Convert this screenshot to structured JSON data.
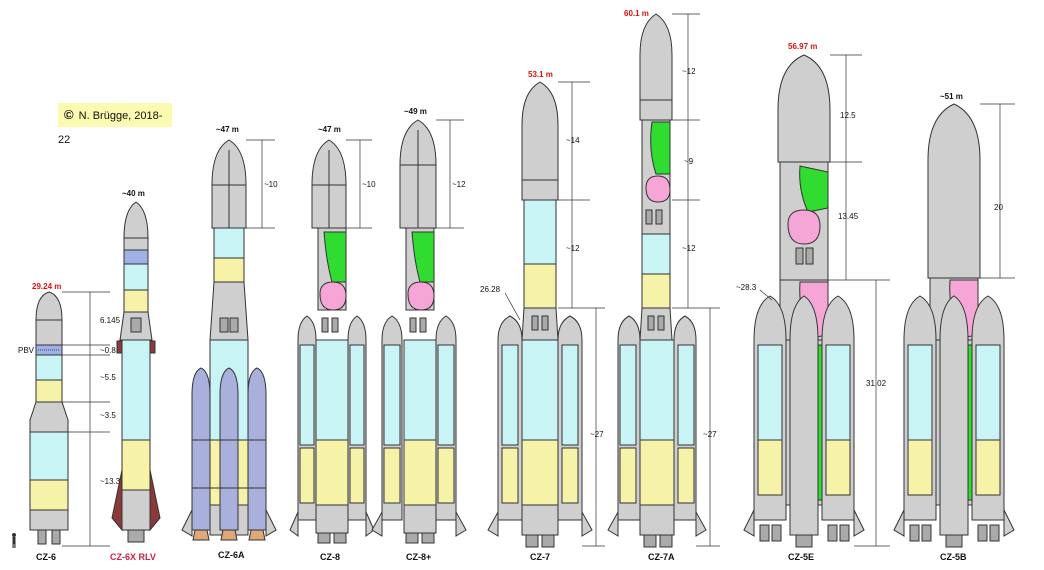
{
  "credit": {
    "symbol": "©",
    "text": "N. Brügge, 2018-22"
  },
  "rockets": [
    {
      "name": "CZ-6",
      "height": "29.24 m",
      "red_height": true,
      "name_red": false,
      "dims": [
        "6.145",
        "~0.8",
        "~5.5",
        "~3.5",
        "~13.3"
      ],
      "side_label": "PBV"
    },
    {
      "name": "CZ-6X RLV",
      "height": "~40 m",
      "red_height": false,
      "name_red": true,
      "dims": []
    },
    {
      "name": "CZ-6A",
      "height": "~47 m",
      "red_height": false,
      "name_red": false,
      "dims": [
        "~10"
      ]
    },
    {
      "name": "CZ-8",
      "height": "~47 m",
      "red_height": false,
      "name_red": false,
      "dims": [
        "~10"
      ]
    },
    {
      "name": "CZ-8+",
      "height": "~49 m",
      "red_height": false,
      "name_red": false,
      "dims": [
        "~12"
      ]
    },
    {
      "name": "CZ-7",
      "height": "53.1 m",
      "red_height": true,
      "name_red": false,
      "dims": [
        "~14",
        "~12",
        "~27"
      ],
      "side_label": "26.28"
    },
    {
      "name": "CZ-7A",
      "height": "60.1 m",
      "red_height": true,
      "name_red": false,
      "dims": [
        "~12",
        "~9",
        "~12",
        "~27"
      ]
    },
    {
      "name": "CZ-5E",
      "height": "56.97 m",
      "red_height": true,
      "name_red": false,
      "dims": [
        "12.5",
        "13.45",
        "31.02"
      ],
      "side_label": "~28.3"
    },
    {
      "name": "CZ-5B",
      "height": "~51 m",
      "red_height": false,
      "name_red": false,
      "dims": [
        "20"
      ]
    }
  ],
  "colors": {
    "body": "#cfcfcf",
    "outline": "#333333",
    "fuel_cyan": "#c8f4f6",
    "fuel_yellow": "#f6f2a8",
    "green_tank": "#2fdc2f",
    "pink_tank": "#f5a6d6",
    "booster_blue": "#a9b0dc",
    "red_text": "#dd1111",
    "credit_bg": "#fafab0",
    "rlv_red": "#8a3a3a",
    "nozzle_tan": "#e0a878"
  }
}
